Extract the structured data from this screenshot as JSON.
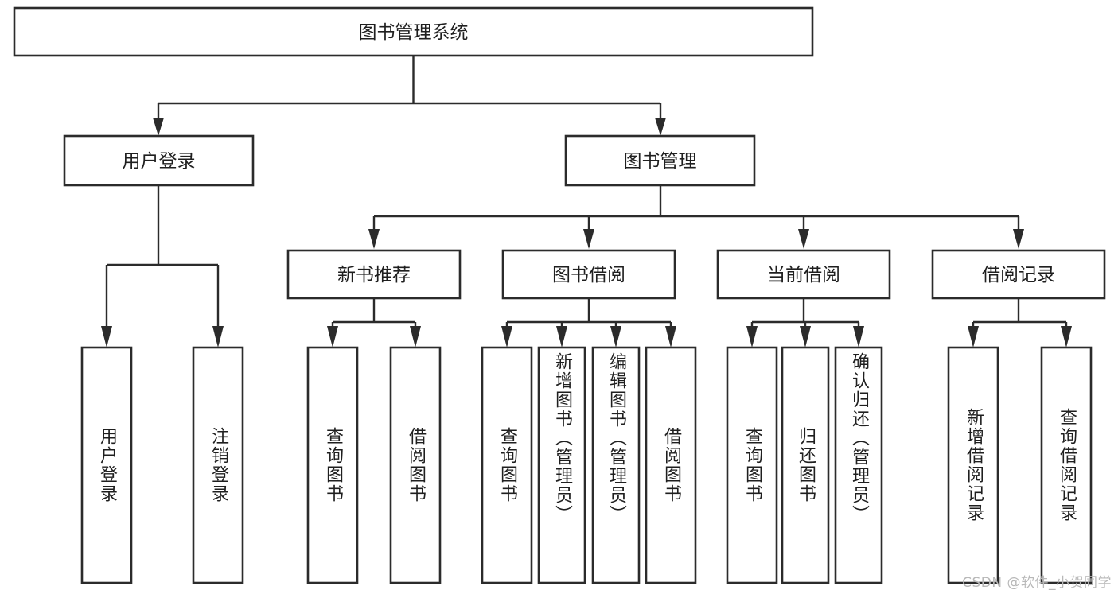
{
  "diagram": {
    "title": "图书管理系统",
    "watermark": "CSDN @软件_小贺同学",
    "colors": {
      "stroke": "#2b2b2b",
      "node_fill": "#ffffff",
      "text": "#1f1f1f",
      "background": "#ffffff",
      "watermark": "#b8b8b8"
    },
    "root": {
      "label": "图书管理系统",
      "id": "root-system"
    },
    "level1": [
      {
        "id": "user-login",
        "label": "用户登录"
      },
      {
        "id": "book-management",
        "label": "图书管理"
      }
    ],
    "level2": [
      {
        "id": "new-book-recommend",
        "label": "新书推荐",
        "parent": "book-management"
      },
      {
        "id": "book-borrow",
        "label": "图书借阅",
        "parent": "book-management"
      },
      {
        "id": "current-borrow",
        "label": "当前借阅",
        "parent": "book-management"
      },
      {
        "id": "borrow-record",
        "label": "借阅记录",
        "parent": "book-management"
      }
    ],
    "leaves": [
      {
        "id": "leaf-user-login",
        "label": "用户登录",
        "parent": "user-login"
      },
      {
        "id": "leaf-logout-login",
        "label": "注销登录",
        "parent": "user-login"
      },
      {
        "id": "leaf-query-book-1",
        "label": "查询图书",
        "parent": "new-book-recommend"
      },
      {
        "id": "leaf-borrow-book-1",
        "label": "借阅图书",
        "parent": "new-book-recommend"
      },
      {
        "id": "leaf-query-book-2",
        "label": "查询图书",
        "parent": "book-borrow"
      },
      {
        "id": "leaf-add-book",
        "label": "新增图书（管理员）",
        "parent": "book-borrow"
      },
      {
        "id": "leaf-edit-book",
        "label": "编辑图书（管理员）",
        "parent": "book-borrow"
      },
      {
        "id": "leaf-borrow-book-2",
        "label": "借阅图书",
        "parent": "book-borrow"
      },
      {
        "id": "leaf-query-book-3",
        "label": "查询图书",
        "parent": "current-borrow"
      },
      {
        "id": "leaf-return-book",
        "label": "归还图书",
        "parent": "current-borrow"
      },
      {
        "id": "leaf-confirm-return",
        "label": "确认归还（管理员）",
        "parent": "current-borrow"
      },
      {
        "id": "leaf-add-record",
        "label": "新增借阅记录",
        "parent": "borrow-record"
      },
      {
        "id": "leaf-query-record",
        "label": "查询借阅记录",
        "parent": "borrow-record"
      }
    ]
  }
}
